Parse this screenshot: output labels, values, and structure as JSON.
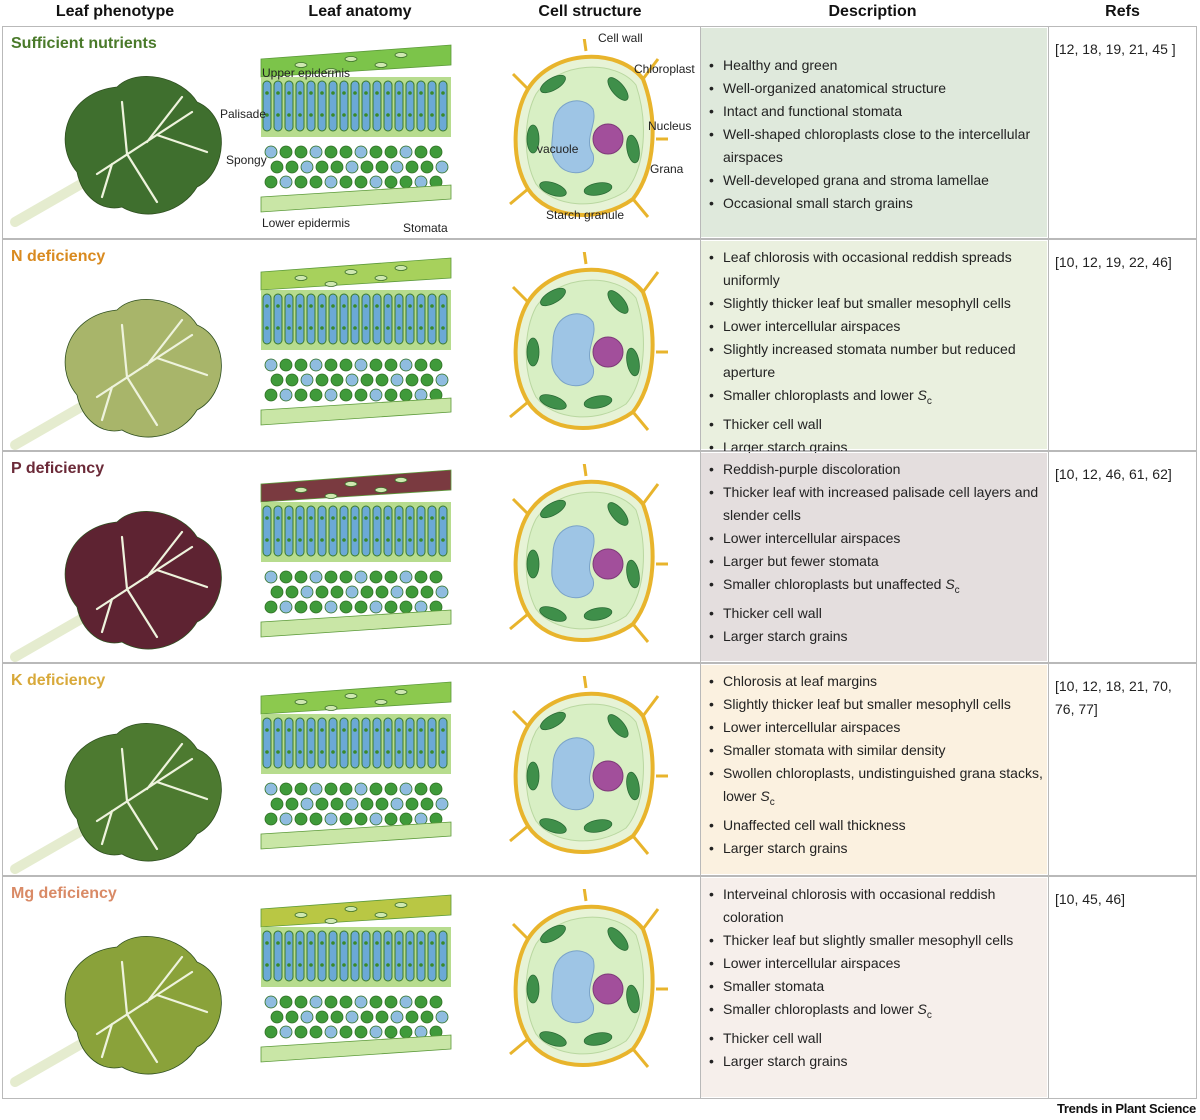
{
  "headers": {
    "leaf_phenotype": "Leaf phenotype",
    "leaf_anatomy": "Leaf anatomy",
    "cell_structure": "Cell structure",
    "description": "Description",
    "refs": "Refs"
  },
  "labels": {
    "upper_epidermis": "Upper epidermis",
    "palisade": "Palisade",
    "spongy": "Spongy",
    "lower_epidermis": "Lower epidermis",
    "stomata": "Stomata",
    "cell_wall": "Cell wall",
    "chloroplast": "Chloroplast",
    "nucleus": "Nucleus",
    "vacuole": "vacuole",
    "grana": "Grana",
    "starch_granule": "Starch granule"
  },
  "rows": [
    {
      "title": "Sufficient nutrients",
      "title_color": "#4a7a2a",
      "desc_bg": "#dfe9dc",
      "leaf_color": "#3f6f2e",
      "top_color": "#7cc44a",
      "items": [
        "Healthy and green",
        "Well-organized anatomical structure",
        "Intact and functional stomata",
        "Well-shaped chloroplasts close to the intercellular airspaces",
        "Well-developed grana and stroma lamellae",
        "Occasional small starch grains"
      ],
      "refs": "[12, 18, 19, 21, 45 ]"
    },
    {
      "title": "N deficiency",
      "title_color": "#d98a1f",
      "desc_bg": "#eaf0df",
      "leaf_color": "#a8b56a",
      "top_color": "#a7d15c",
      "items": [
        "Leaf chlorosis with occasional reddish spreads uniformly",
        "Slightly thicker leaf but smaller mesophyll cells",
        "Lower intercellular airspaces",
        "Slightly increased stomata number but reduced aperture",
        "Smaller chloroplasts and lower S_c",
        "Thicker cell wall",
        "Larger starch grains"
      ],
      "refs": "[10, 12, 19, 22, 46]"
    },
    {
      "title": "P deficiency",
      "title_color": "#6b2a38",
      "desc_bg": "#e4dede",
      "leaf_color": "#5e2332",
      "top_color": "#7a3a40",
      "items": [
        "Reddish-purple discoloration",
        "Thicker leaf with increased palisade cell layers and slender cells",
        "Lower intercellular airspaces",
        "Larger but fewer stomata",
        "Smaller chloroplasts but unaffected S_c",
        "Thicker cell wall",
        "Larger starch grains"
      ],
      "refs": "[10, 12, 46, 61, 62]"
    },
    {
      "title": "K deficiency",
      "title_color": "#d8a93a",
      "desc_bg": "#fbf1e0",
      "leaf_color": "#4d7a30",
      "top_color": "#8cc94e",
      "items": [
        "Chlorosis at leaf margins",
        "Slightly thicker leaf but smaller mesophyll cells",
        "Lower intercellular airspaces",
        "Smaller stomata with similar density",
        "Swollen chloroplasts, undistinguished grana stacks, lower S_c",
        "Unaffected cell wall thickness",
        "Larger starch grains"
      ],
      "refs": "[10, 12, 18, 21, 70, 76, 77]"
    },
    {
      "title": "Mg deficiency",
      "title_color": "#d98a66",
      "desc_bg": "#f6efeb",
      "leaf_color": "#8aa23a",
      "top_color": "#b9c744",
      "items": [
        "Interveinal chlorosis with occasional reddish coloration",
        "Thicker leaf but slightly smaller mesophyll cells",
        "Lower intercellular airspaces",
        "Smaller stomata",
        "Smaller chloroplasts and lower S_c",
        "Thicker cell wall",
        "Larger starch grains"
      ],
      "refs": "[10, 45, 46]"
    }
  ],
  "credit": "Trends in Plant Science"
}
